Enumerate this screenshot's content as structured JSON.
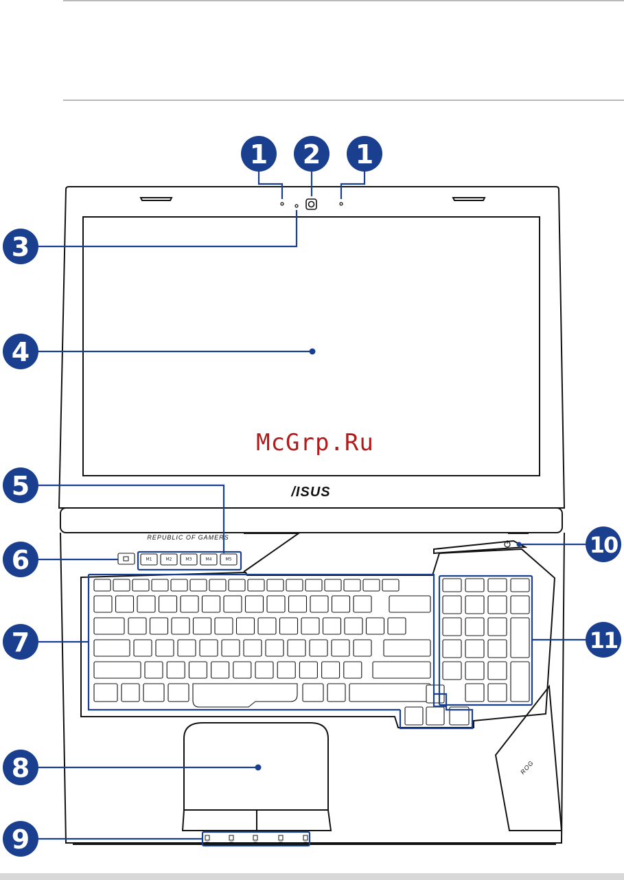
{
  "diagram": {
    "watermark": "McGrp.Ru",
    "screen_brand": "/ISUS",
    "keyboard_brand": "REPUBLIC OF GAMERS",
    "macro_keys": [
      "M1",
      "M2",
      "M3",
      "M4",
      "M5"
    ],
    "callouts": [
      "1",
      "2",
      "1",
      "3",
      "4",
      "5",
      "6",
      "7",
      "8",
      "9",
      "10",
      "11"
    ],
    "colors": {
      "callout": "#1a3f8f",
      "outline": "#111111",
      "watermark": "#b01b1b"
    }
  }
}
